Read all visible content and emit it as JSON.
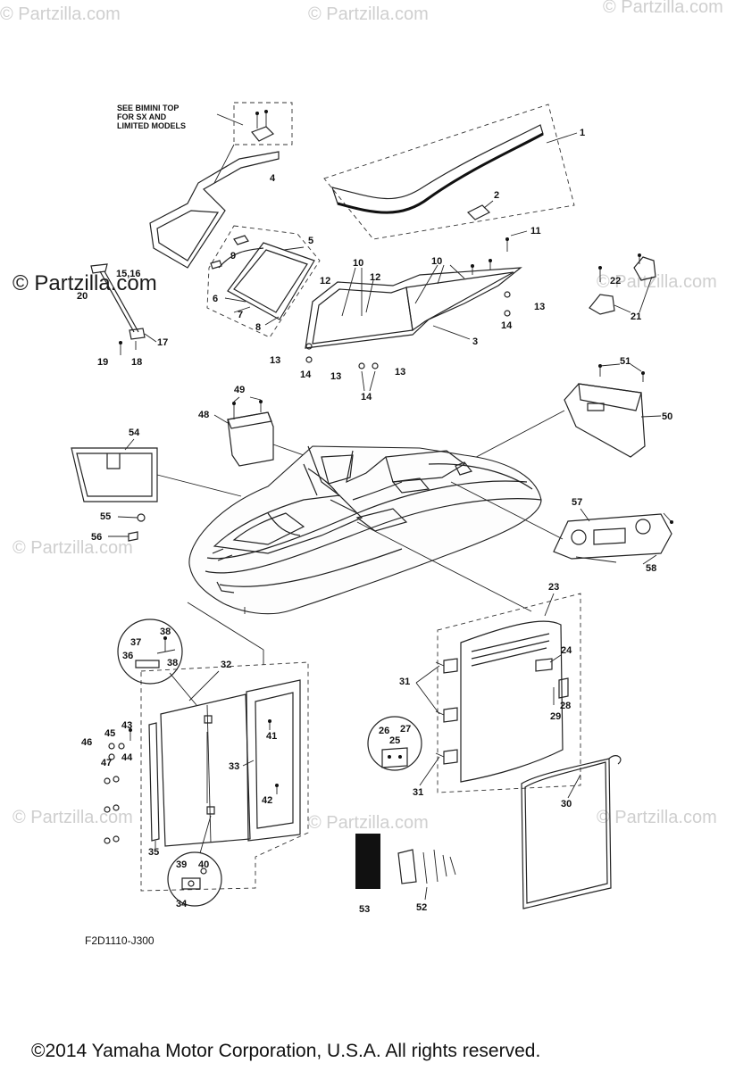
{
  "watermark": "© Partzilla.com",
  "header_watermarks": [
    "© Partzilla.com",
    "© Partzilla.com",
    "© Partzilla.com"
  ],
  "notes": {
    "bimini_line1": "SEE BIMINI TOP",
    "bimini_line2": "FOR SX AND",
    "bimini_line3": "LIMITED MODELS"
  },
  "diagram_code": "F2D1110-J300",
  "copyright": "©2014  Yamaha Motor Corporation, U.S.A. All rights reserved.",
  "callouts": {
    "p1": "1",
    "p2": "2",
    "p3": "3",
    "p4": "4",
    "p5": "5",
    "p6": "6",
    "p7": "7",
    "p8": "8",
    "p9": "9",
    "p10a": "10",
    "p10b": "10",
    "p11": "11",
    "p12a": "12",
    "p12b": "12",
    "p13a": "13",
    "p13b": "13",
    "p13c": "13",
    "p13d": "13",
    "p14a": "14",
    "p14b": "14",
    "p14c": "14",
    "p15_16": "15,16",
    "p17": "17",
    "p18": "18",
    "p19": "19",
    "p20": "20",
    "p21": "21",
    "p22": "22",
    "p23": "23",
    "p24": "24",
    "p25": "25",
    "p26": "26",
    "p27": "27",
    "p28": "28",
    "p29": "29",
    "p30": "30",
    "p31a": "31",
    "p31b": "31",
    "p32": "32",
    "p33": "33",
    "p34": "34",
    "p35": "35",
    "p36": "36",
    "p37": "37",
    "p38a": "38",
    "p38b": "38",
    "p39": "39",
    "p40": "40",
    "p41": "41",
    "p42": "42",
    "p43": "43",
    "p44": "44",
    "p45": "45",
    "p46": "46",
    "p47": "47",
    "p48": "48",
    "p49": "49",
    "p50": "50",
    "p51": "51",
    "p52": "52",
    "p53": "53",
    "p54": "54",
    "p55": "55",
    "p56": "56",
    "p57": "57",
    "p58": "58"
  }
}
